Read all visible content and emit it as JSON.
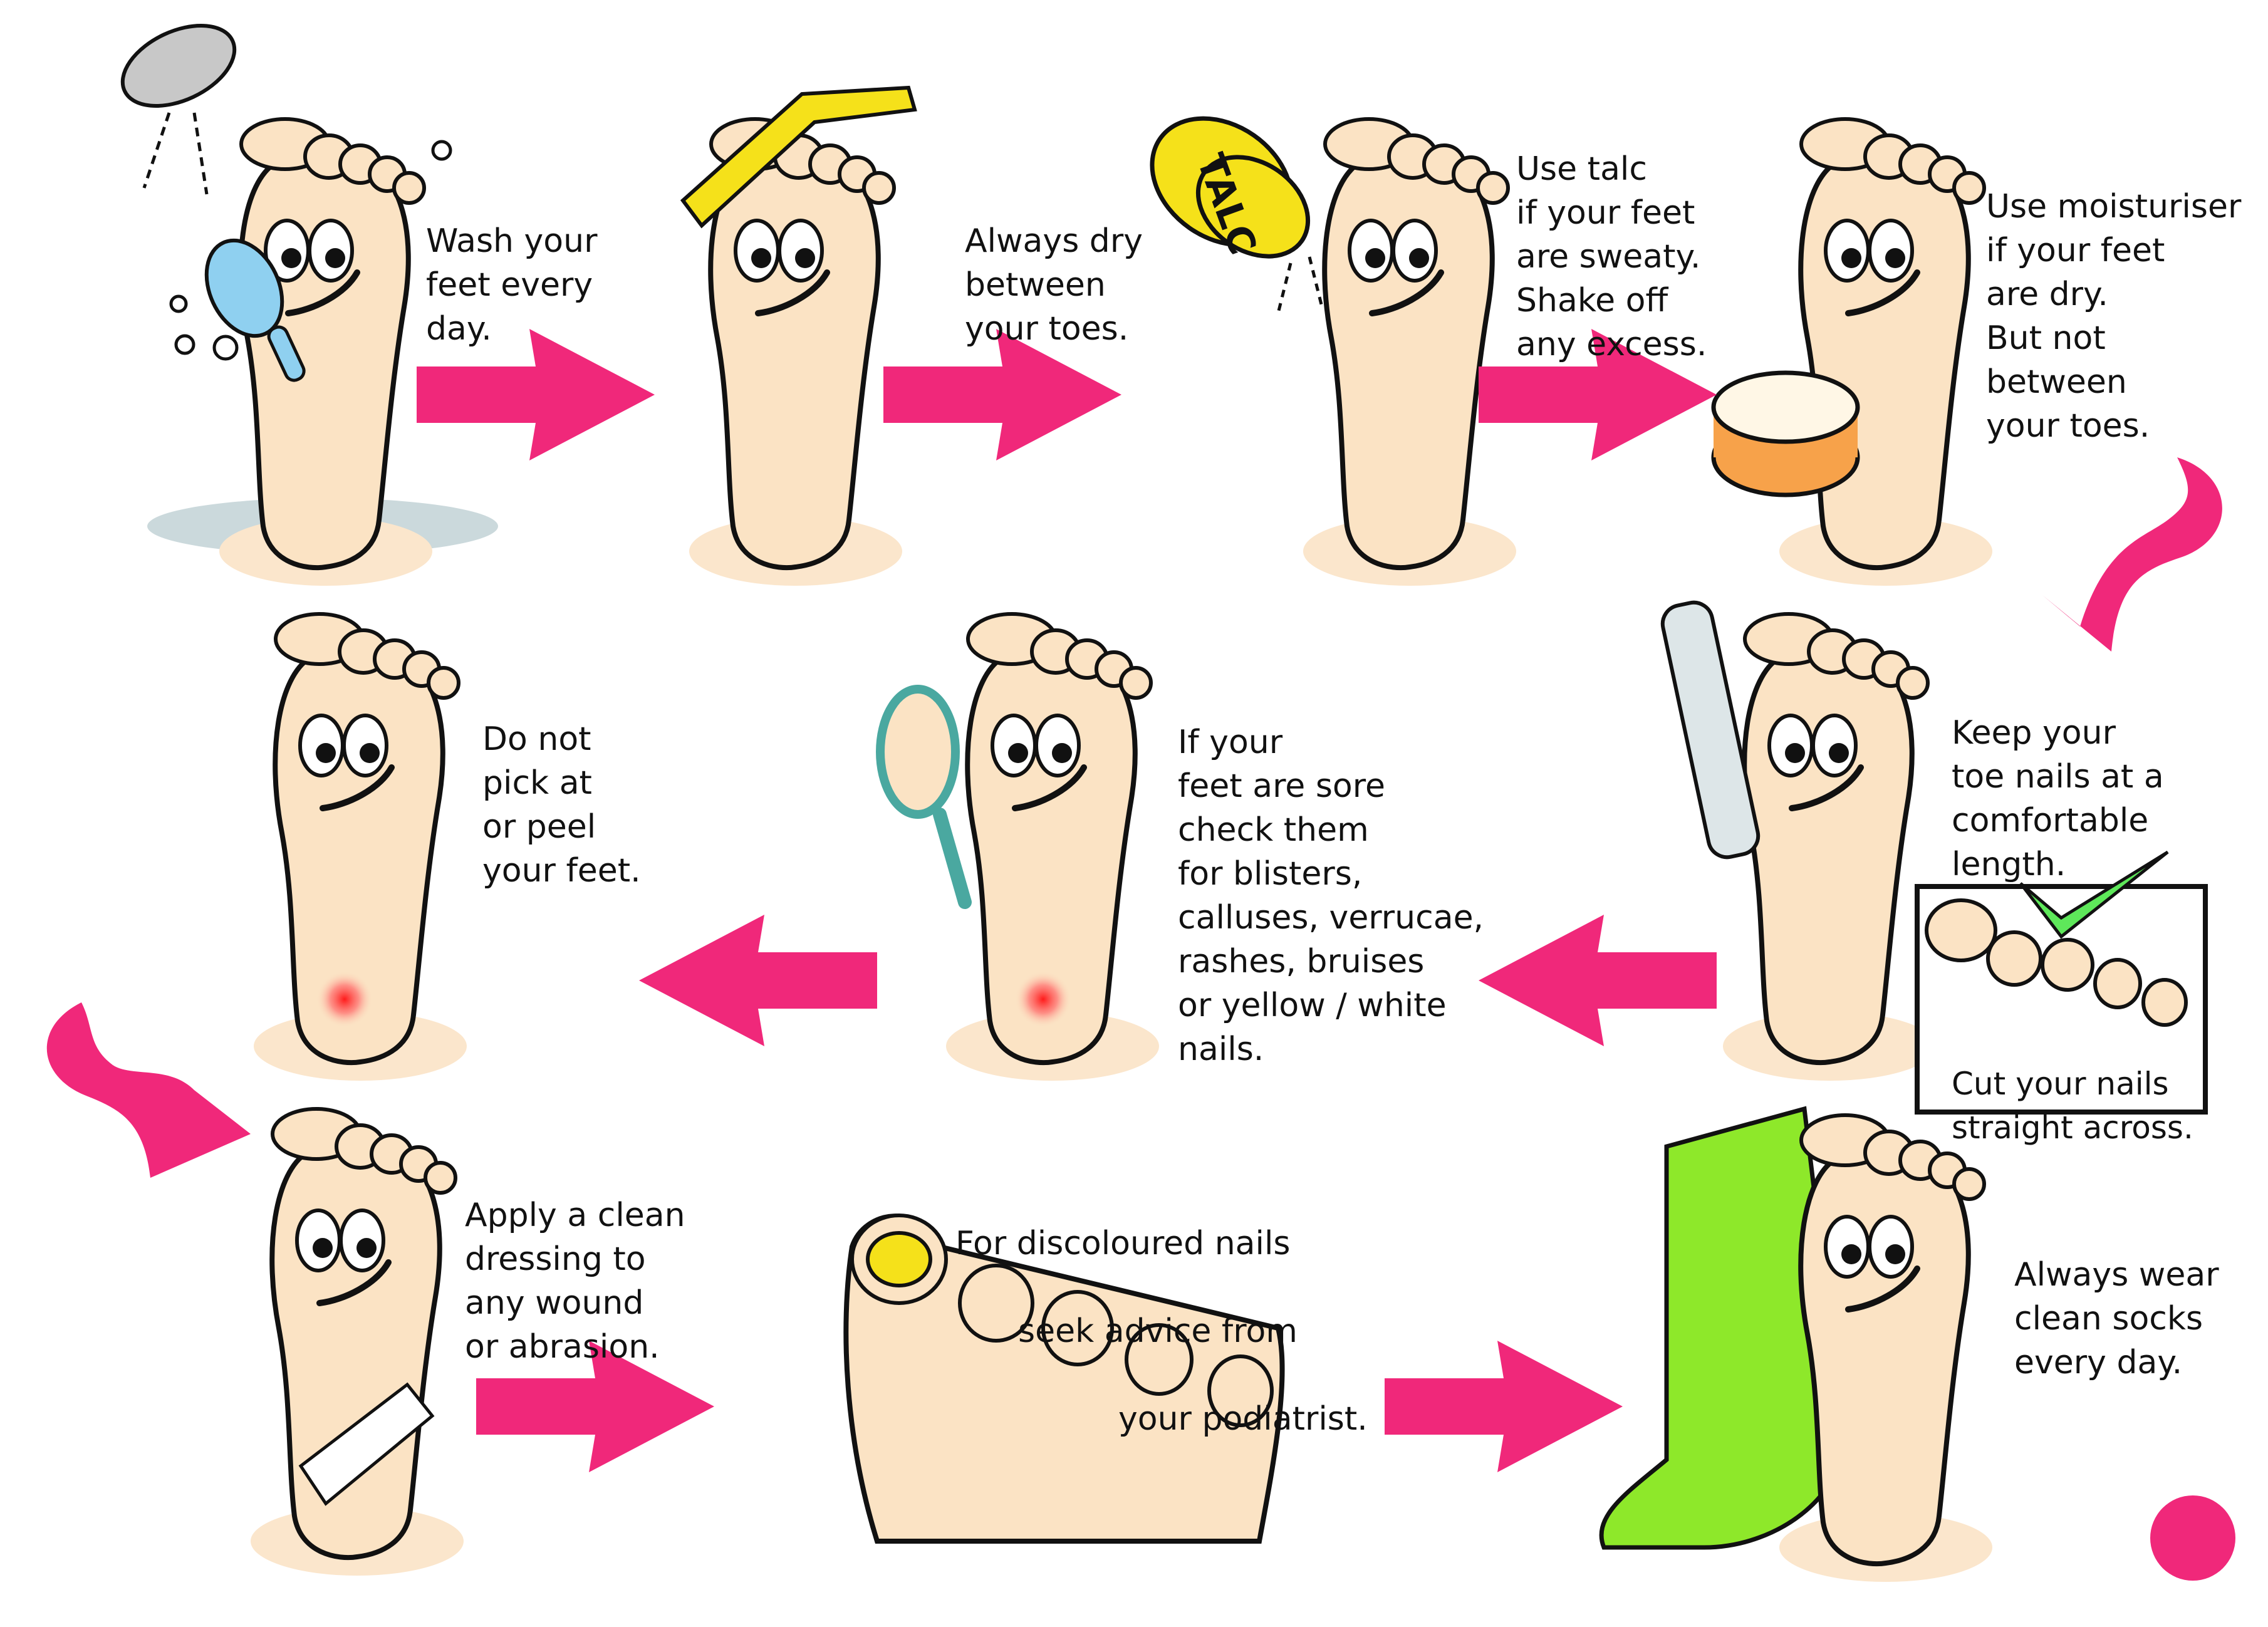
{
  "steps": {
    "wash": [
      "Wash your",
      "feet every",
      "day."
    ],
    "dry": [
      "Always dry",
      "between",
      "your toes."
    ],
    "talc": [
      "Use talc",
      "if your feet",
      "are sweaty.",
      "Shake off",
      "any excess."
    ],
    "moisturise": [
      "Use moisturiser",
      "if your feet",
      "are dry.",
      "But not",
      "between",
      "your toes."
    ],
    "nails": [
      "Keep your",
      "toe nails at a",
      "comfortable",
      "length."
    ],
    "cut": [
      "Cut your nails",
      "straight across."
    ],
    "sore": [
      "If your",
      "feet are sore",
      "check them",
      "for blisters,",
      "calluses, verrucae,",
      "rashes, bruises",
      "or yellow / white",
      "nails."
    ],
    "pick": [
      "Do not",
      "pick at",
      "or peel",
      "your feet."
    ],
    "dressing": [
      "Apply a clean",
      "dressing to",
      "any wound",
      "or abrasion."
    ],
    "discoloured": [
      "For discoloured nails",
      "seek advice from",
      "your podiatrist."
    ],
    "socks": [
      "Always wear",
      "clean socks",
      "every day."
    ]
  },
  "talc_label": "TALC",
  "colors": {
    "arrow": "#f0287a",
    "skin": "#fbe3c4",
    "sock": "#8ee82a",
    "talc": "#f5e11a",
    "jar": "#f7a24a",
    "tick": "#5ee85a",
    "sore": "#ff2020"
  }
}
